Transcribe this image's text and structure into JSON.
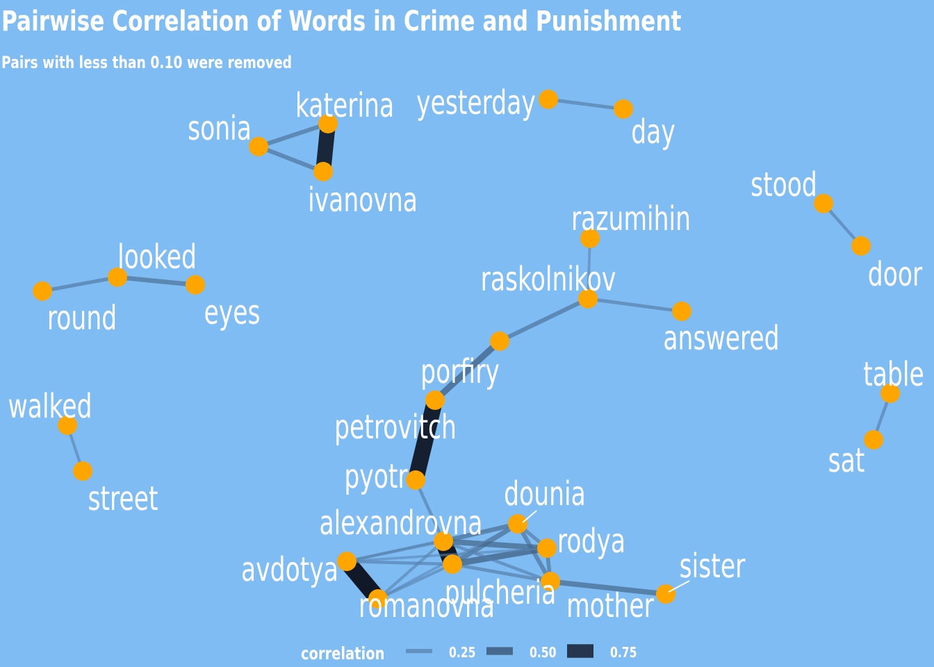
{
  "header": {
    "title": "Pairwise Correlation of Words in Crime and Punishment",
    "subtitle": "Pairs with less than 0.10 were removed"
  },
  "legend": {
    "title": "correlation",
    "items": [
      {
        "label": "0.25",
        "value": 0.25
      },
      {
        "label": "0.50",
        "value": 0.5
      },
      {
        "label": "0.75",
        "value": 0.75
      }
    ]
  },
  "colors": {
    "background": "#80bcf4",
    "node": "#ffa500",
    "text": "#ffffff",
    "edge_low": "#5f8fbf",
    "edge_high": "#0d1320"
  },
  "chart_data": {
    "type": "network",
    "nodes": [
      "katerina",
      "ivanovna",
      "sonia",
      "yesterday",
      "day",
      "stood",
      "door",
      "razumihin",
      "raskolnikov",
      "answered",
      "porfiry",
      "petrovitch",
      "pyotr",
      "looked",
      "round",
      "eyes",
      "walked",
      "street",
      "table",
      "sat",
      "dounia",
      "alexandrovna",
      "pulcheria",
      "avdotya",
      "romanovna",
      "rodya",
      "mother",
      "sister"
    ],
    "edges": [
      {
        "source": "katerina",
        "target": "ivanovna",
        "correlation": 0.82
      },
      {
        "source": "sonia",
        "target": "katerina",
        "correlation": 0.3
      },
      {
        "source": "sonia",
        "target": "ivanovna",
        "correlation": 0.3
      },
      {
        "source": "yesterday",
        "target": "day",
        "correlation": 0.24
      },
      {
        "source": "stood",
        "target": "door",
        "correlation": 0.22
      },
      {
        "source": "razumihin",
        "target": "raskolnikov",
        "correlation": 0.18
      },
      {
        "source": "raskolnikov",
        "target": "answered",
        "correlation": 0.24
      },
      {
        "source": "raskolnikov",
        "target": "porfiry",
        "correlation": 0.3
      },
      {
        "source": "porfiry",
        "target": "petrovitch",
        "correlation": 0.42
      },
      {
        "source": "petrovitch",
        "target": "pyotr",
        "correlation": 0.85
      },
      {
        "source": "pyotr",
        "target": "alexandrovna",
        "correlation": 0.22
      },
      {
        "source": "looked",
        "target": "round",
        "correlation": 0.26
      },
      {
        "source": "looked",
        "target": "eyes",
        "correlation": 0.32
      },
      {
        "source": "walked",
        "target": "street",
        "correlation": 0.2
      },
      {
        "source": "table",
        "target": "sat",
        "correlation": 0.22
      },
      {
        "source": "alexandrovna",
        "target": "pulcheria",
        "correlation": 0.88
      },
      {
        "source": "avdotya",
        "target": "romanovna",
        "correlation": 0.88
      },
      {
        "source": "dounia",
        "target": "pulcheria",
        "correlation": 0.34
      },
      {
        "source": "dounia",
        "target": "alexandrovna",
        "correlation": 0.32
      },
      {
        "source": "dounia",
        "target": "rodya",
        "correlation": 0.25
      },
      {
        "source": "dounia",
        "target": "mother",
        "correlation": 0.3
      },
      {
        "source": "dounia",
        "target": "avdotya",
        "correlation": 0.18
      },
      {
        "source": "rodya",
        "target": "pulcheria",
        "correlation": 0.42
      },
      {
        "source": "rodya",
        "target": "alexandrovna",
        "correlation": 0.38
      },
      {
        "source": "rodya",
        "target": "mother",
        "correlation": 0.28
      },
      {
        "source": "mother",
        "target": "pulcheria",
        "correlation": 0.24
      },
      {
        "source": "mother",
        "target": "alexandrovna",
        "correlation": 0.22
      },
      {
        "source": "mother",
        "target": "sister",
        "correlation": 0.36
      },
      {
        "source": "avdotya",
        "target": "pulcheria",
        "correlation": 0.22
      },
      {
        "source": "avdotya",
        "target": "alexandrovna",
        "correlation": 0.2
      },
      {
        "source": "romanovna",
        "target": "pulcheria",
        "correlation": 0.2
      },
      {
        "source": "romanovna",
        "target": "alexandrovna",
        "correlation": 0.2
      },
      {
        "source": "romanovna",
        "target": "dounia",
        "correlation": 0.16
      },
      {
        "source": "avdotya",
        "target": "rodya",
        "correlation": 0.16
      }
    ]
  }
}
